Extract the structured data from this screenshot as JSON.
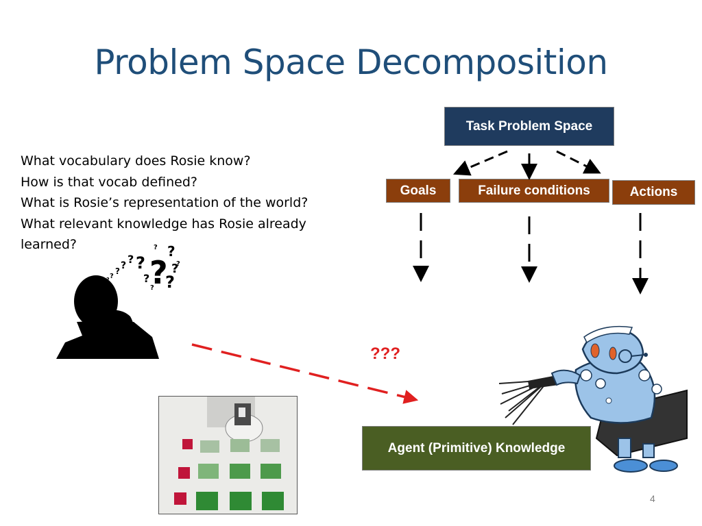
{
  "slide": {
    "title": "Problem Space Decomposition",
    "page_number": "4"
  },
  "questions": [
    "What vocabulary does Rosie know?",
    "How is that vocab defined?",
    "What is Rosie’s representation of the world?",
    "What relevant knowledge has Rosie already",
    "learned?"
  ],
  "diagram": {
    "task_box": "Task Problem Space",
    "goals_box": "Goals",
    "failure_box": "Failure conditions",
    "actions_box": "Actions",
    "agent_box": "Agent (Primitive) Knowledge",
    "unknown_label": "???"
  },
  "colors": {
    "title": "#1f4e79",
    "task_box": "#1f3b5e",
    "subgoal_boxes": "#8b3e0c",
    "agent_box": "#4a5e23",
    "unknown_arrow": "#e02020"
  },
  "illustrations": [
    "thinking-person-icon",
    "robot-rosie-image",
    "robot-workspace-photo"
  ]
}
